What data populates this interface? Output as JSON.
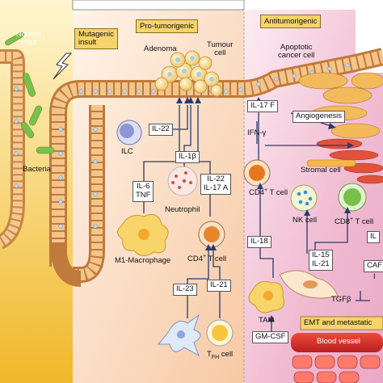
{
  "headers": {
    "mutagenic": "Mutagenic\ninsult",
    "pro": "Pro-tumorigenic",
    "anti": "Antitumorigenic"
  },
  "labels": {
    "normal_crypt": "Normal\ncrypt",
    "bacteria": "Bacteria",
    "adenoma": "Adenoma",
    "tumour_cell": "Tumour\ncell",
    "apoptotic": "Apoptotic\ncancer cell",
    "ilc": "ILC",
    "neutrophil": "Neutrophil",
    "m1": "M1-Macrophage",
    "cd4_left": "CD4",
    "cd4_left_sup": "+",
    "cd4_left_tail": " T cell",
    "tfh": "T",
    "tfh_sub": "FH",
    "tfh_tail": " cell",
    "ifn": "IFN-γ",
    "cd4_right": "CD4",
    "cd4_right_sup": "+",
    "cd4_right_tail": " T cell",
    "stromal": "Stromal cell",
    "nk": "NK cell",
    "cd8": "CD8",
    "cd8_sup": "+",
    "cd8_tail": " T cell",
    "tam": "TAM",
    "caf": "CAF",
    "tgf": "TGFβ",
    "blood_vessel": "Blood vessel",
    "i_cut": "I"
  },
  "boxes": {
    "il22_top": "IL-22",
    "il1b": "IL-1β",
    "il6tnf": "IL-6\nTNF",
    "il22_17a": "IL-22\nIL-17 A",
    "il23": "IL-23",
    "il21": "IL-21",
    "il17f": "IL-17 F",
    "angiogenesis": "Angiogenesis",
    "il18": "IL-18",
    "il15_21": "IL-15\nIL-21",
    "gmcsf": "GM-CSF",
    "emt": "EMT and metastatic",
    "ilcut": "IL"
  },
  "colors": {
    "yellow_panel": "#f2c94c",
    "pro_panel": "#fbe3cf",
    "anti_panel": "#f2c8da",
    "epithelium": "#d9924e",
    "bacteria": "#7cc04a",
    "vessel": "#d7262b"
  }
}
